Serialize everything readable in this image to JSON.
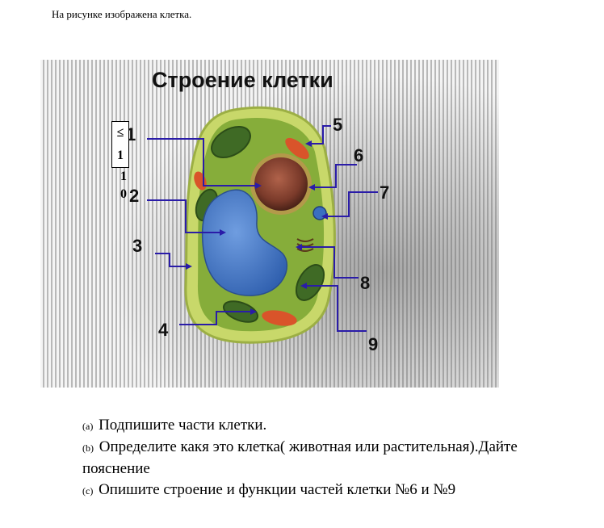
{
  "intro": "На рисунке изображена клетка.",
  "figure": {
    "title": "Строение клетки",
    "labels": [
      "1",
      "2",
      "3",
      "4",
      "5",
      "6",
      "7",
      "8",
      "9"
    ]
  },
  "sidebox": {
    "line1": "≤",
    "line2": "1",
    "line3": "1",
    "line4": "0"
  },
  "questions": [
    {
      "marker": "(a)",
      "text": "Подпишите части клетки."
    },
    {
      "marker": "(b)",
      "text": "Определите какя это клетка( животная или растительная).Дайте пояснение"
    },
    {
      "marker": "(c)",
      "text": "Опишите строение и функции частей клетки №6 и №9"
    }
  ],
  "colors": {
    "cell_wall": "#c8d86a",
    "cytoplasm": "#86ad3a",
    "vacuole": "#3a6fc0",
    "nucleus": "#7a3a2a",
    "chloroplast": "#3f6a25",
    "mitochondria": "#d9542a",
    "arrow": "#2a1ca8"
  }
}
